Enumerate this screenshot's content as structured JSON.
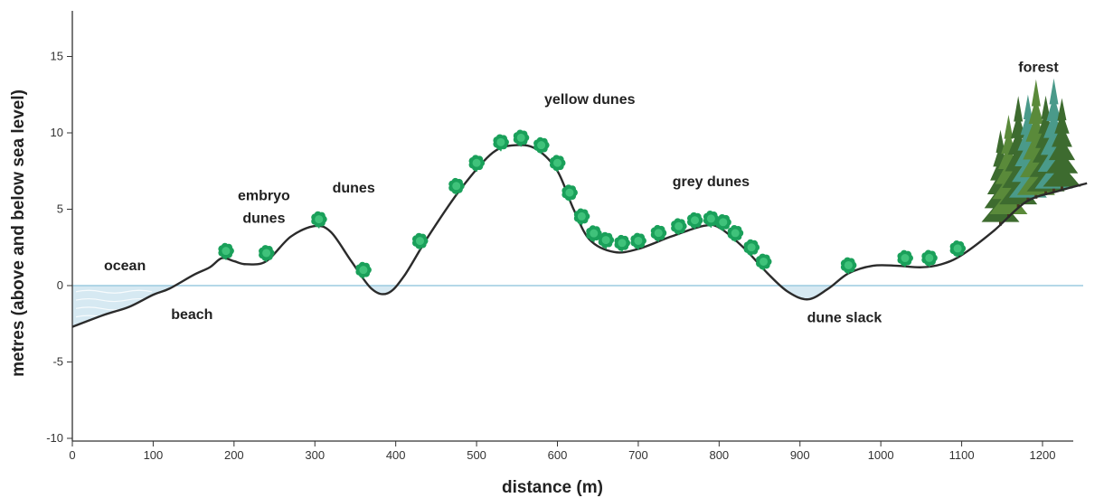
{
  "chart_data": {
    "type": "line",
    "xlabel": "distance (m)",
    "ylabel": "metres (above and below sea level)",
    "xlim": [
      0,
      1260
    ],
    "ylim": [
      -10,
      18
    ],
    "x_ticks": [
      0,
      100,
      200,
      300,
      400,
      500,
      600,
      700,
      800,
      900,
      1000,
      1100,
      1200
    ],
    "y_ticks": [
      -10,
      -5,
      0,
      5,
      10,
      15
    ],
    "sea_level": 0,
    "profile": {
      "x": [
        0,
        40,
        70,
        100,
        120,
        150,
        170,
        185,
        200,
        215,
        240,
        270,
        300,
        320,
        345,
        370,
        390,
        410,
        440,
        480,
        520,
        550,
        575,
        600,
        620,
        640,
        670,
        700,
        740,
        780,
        800,
        830,
        860,
        885,
        910,
        935,
        960,
        990,
        1020,
        1050,
        1075,
        1100,
        1140,
        1180,
        1220,
        1255
      ],
      "y": [
        -2.7,
        -1.9,
        -1.4,
        -0.6,
        -0.2,
        0.7,
        1.2,
        1.8,
        1.6,
        1.4,
        1.6,
        3.2,
        3.9,
        3.5,
        1.6,
        -0.2,
        -0.5,
        0.6,
        3.2,
        6.3,
        8.7,
        9.2,
        8.9,
        7.5,
        5.0,
        3.0,
        2.2,
        2.4,
        3.2,
        3.9,
        3.8,
        2.5,
        0.8,
        -0.4,
        -0.9,
        -0.2,
        0.8,
        1.3,
        1.3,
        1.2,
        1.4,
        2.0,
        3.6,
        5.5,
        6.2,
        6.7
      ]
    },
    "vegetation_x": [
      190,
      240,
      305,
      360,
      430,
      475,
      500,
      530,
      555,
      580,
      600,
      615,
      630,
      645,
      660,
      680,
      700,
      725,
      750,
      770,
      790,
      805,
      820,
      840,
      855,
      960,
      1030,
      1060,
      1095
    ],
    "forest_label": "forest",
    "zone_labels": [
      {
        "id": "ocean",
        "text": "ocean",
        "x": 65,
        "y": 1.0
      },
      {
        "id": "beach",
        "text": "beach",
        "x": 148,
        "y": -2.2
      },
      {
        "id": "embryo-line1",
        "text": "embryo",
        "x": 237,
        "y": 5.6
      },
      {
        "id": "embryo-line2",
        "text": "dunes",
        "x": 237,
        "y": 4.1
      },
      {
        "id": "dunes",
        "text": "dunes",
        "x": 348,
        "y": 6.1
      },
      {
        "id": "yellow-dunes",
        "text": "yellow dunes",
        "x": 640,
        "y": 11.9
      },
      {
        "id": "grey-dunes",
        "text": "grey dunes",
        "x": 790,
        "y": 6.5
      },
      {
        "id": "dune-slack",
        "text": "dune slack",
        "x": 955,
        "y": -2.4
      },
      {
        "id": "forest",
        "text": "forest",
        "x": 1195,
        "y": 14.0
      }
    ],
    "colors": {
      "profile": "#2b2b2b",
      "water": "#d6e9f2",
      "sea_line": "#9ccbe0",
      "vegetation": "#1aa05a",
      "vegetation_light": "#3fc27a",
      "forest_dark": "#3d6b2f",
      "forest_mid": "#5a8a3a",
      "forest_teal": "#4a9a8a",
      "trunk": "#4a3520"
    }
  }
}
